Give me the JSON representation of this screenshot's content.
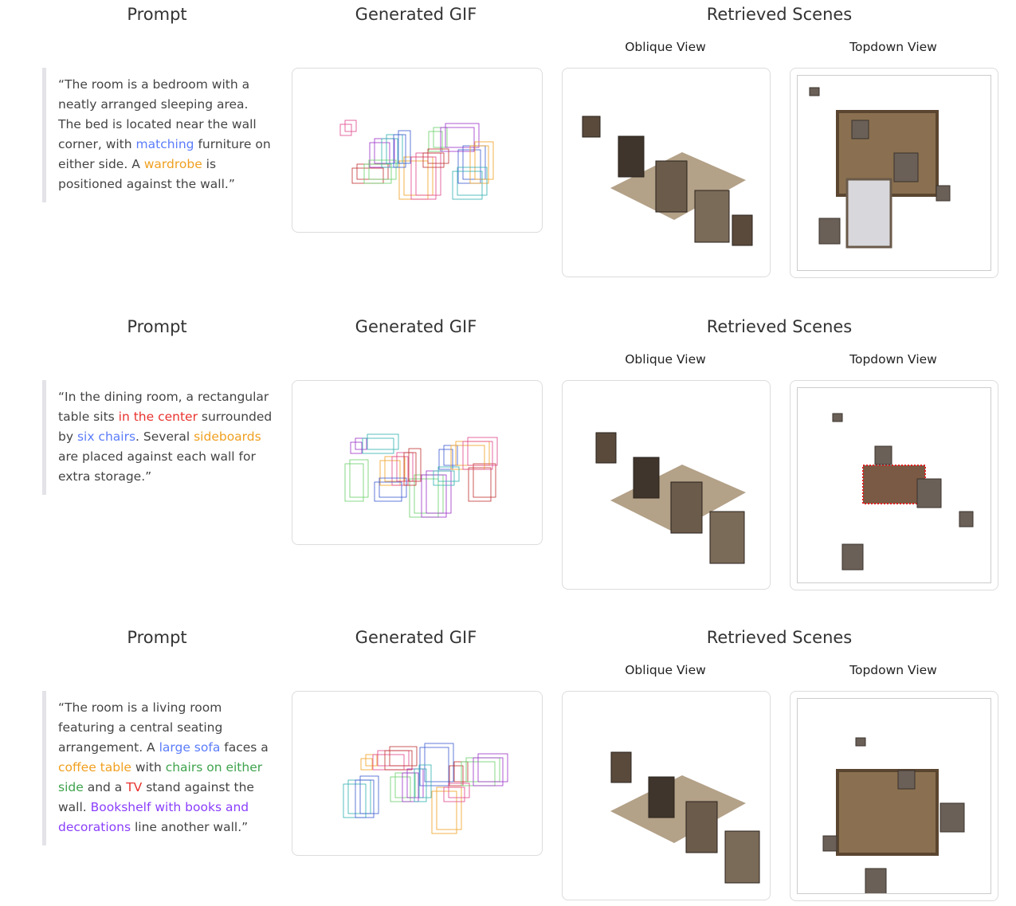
{
  "headers": {
    "prompt": "Prompt",
    "gif": "Generated GIF",
    "scenes": "Retrieved Scenes",
    "oblique": "Oblique View",
    "topdown": "Topdown View"
  },
  "colors": {
    "text": "#444444",
    "blue": "#5b7cfa",
    "orange": "#f0a020",
    "red": "#e8322e",
    "green": "#3fa34d",
    "purple": "#8a3ffc"
  },
  "rows": [
    {
      "prompt": [
        {
          "text": "“The room is a bedroom with a neatly arranged sleeping area. The bed is located near the wall corner, with ",
          "color": "#444444"
        },
        {
          "text": "matching",
          "color": "#5b7cfa"
        },
        {
          "text": " furniture on either side. A ",
          "color": "#444444"
        },
        {
          "text": "wardrobe",
          "color": "#f0a020"
        },
        {
          "text": " is positioned against the wall.”",
          "color": "#444444"
        }
      ]
    },
    {
      "prompt": [
        {
          "text": "“In the dining room, a rectangular table sits ",
          "color": "#444444"
        },
        {
          "text": "in the center",
          "color": "#e8322e"
        },
        {
          "text": " surrounded by ",
          "color": "#444444"
        },
        {
          "text": "six chairs",
          "color": "#5b7cfa"
        },
        {
          "text": ". Several ",
          "color": "#444444"
        },
        {
          "text": "sideboards",
          "color": "#f0a020"
        },
        {
          "text": " are placed against each wall for extra storage.”",
          "color": "#444444"
        }
      ]
    },
    {
      "prompt": [
        {
          "text": "“The room is a living room featuring a central seating arrangement. A ",
          "color": "#444444"
        },
        {
          "text": "large sofa",
          "color": "#5b7cfa"
        },
        {
          "text": " faces a ",
          "color": "#444444"
        },
        {
          "text": "coffee table",
          "color": "#f0a020"
        },
        {
          "text": " with ",
          "color": "#444444"
        },
        {
          "text": "chairs on either side",
          "color": "#3fa34d"
        },
        {
          "text": " and a ",
          "color": "#444444"
        },
        {
          "text": "TV",
          "color": "#e8322e"
        },
        {
          "text": " stand against the wall. ",
          "color": "#444444"
        },
        {
          "text": "Bookshelf with books and decorations",
          "color": "#8a3ffc"
        },
        {
          "text": " line another wall.”",
          "color": "#444444"
        }
      ]
    }
  ]
}
